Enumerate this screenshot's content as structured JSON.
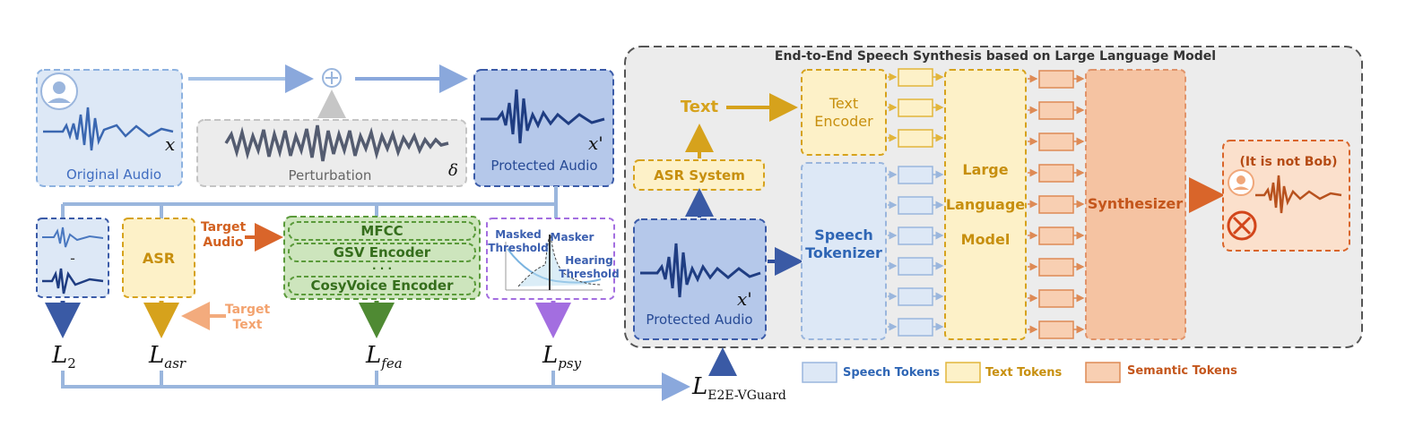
{
  "left": {
    "original_audio": "Original Audio",
    "original_var": "x",
    "perturbation": "Perturbation",
    "perturbation_var": "δ",
    "protected_audio": "Protected Audio",
    "protected_var": "x'",
    "minus": "-",
    "asr": "ASR",
    "target_audio": [
      "Target",
      "Audio"
    ],
    "target_text": [
      "Target",
      "Text"
    ],
    "encoders": [
      "MFCC",
      "GSV Encoder",
      "· · ·",
      "CosyVoice Encoder"
    ],
    "psy_masked": [
      "Masked",
      "Threshold"
    ],
    "psy_masker": "Masker",
    "psy_hearing": [
      "Hearing",
      "Threshold"
    ],
    "loss_l2": "L",
    "loss_l2_sub": "2",
    "loss_asr": "L",
    "loss_asr_sub": "asr",
    "loss_fea": "L",
    "loss_fea_sub": "fea",
    "loss_psy": "L",
    "loss_psy_sub": "psy",
    "loss_total": "L",
    "loss_total_sub": "E2E-VGuard"
  },
  "right": {
    "title": "End-to-End Speech Synthesis based on Large Language Model",
    "text_label": "Text",
    "asr_system": "ASR System",
    "protected_audio": "Protected Audio",
    "protected_var": "x'",
    "text_encoder": [
      "Text",
      "Encoder"
    ],
    "speech_tokenizer": [
      "Speech",
      "Tokenizer"
    ],
    "llm": [
      "Large",
      "Language",
      "Model"
    ],
    "synthesizer": "Synthesizer",
    "output_caption": "(It is not Bob)"
  },
  "legend": {
    "speech_tokens": "Speech Tokens",
    "text_tokens": "Text Tokens",
    "semantic_tokens": "Semantic Tokens"
  },
  "colors": {
    "blue_dark": "#3a5aa5",
    "blue_light": "#dde8f6",
    "yellow": "#d6a21c",
    "yellow_fill": "#fdf1c8",
    "orange": "#d9652a",
    "orange_fill": "#f8cfb2",
    "green": "#5a9a3a",
    "green_fill": "#cde5bd",
    "purple": "#9b6ad6",
    "gray_fill": "#ececec"
  }
}
